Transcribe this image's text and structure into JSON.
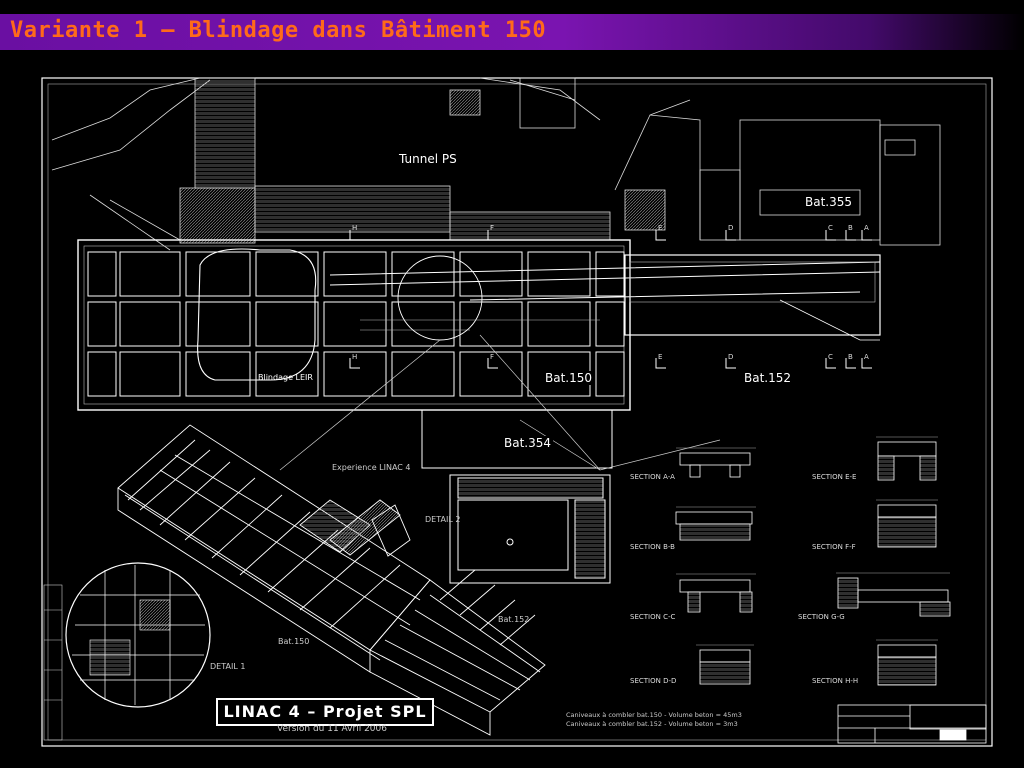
{
  "slide": {
    "title": "Variante 1 – Blindage dans Bâtiment 150"
  },
  "drawing": {
    "buildings": {
      "tunnel_ps": "Tunnel PS",
      "bat355": "Bat.355",
      "bat150": "Bat.150",
      "bat152": "Bat.152",
      "bat354": "Bat.354",
      "blindage_leir": "Blindage LEIR"
    },
    "iso": {
      "experience": "Experience LINAC 4",
      "detail1": "DETAIL 1",
      "detail2": "DETAIL 2",
      "bat150": "Bat.150",
      "bat152": "Bat.152"
    },
    "sections": {
      "aa": "SECTION A-A",
      "bb": "SECTION B-B",
      "cc": "SECTION C-C",
      "dd": "SECTION D-D",
      "ee": "SECTION E-E",
      "ff": "SECTION F-F",
      "gg": "SECTION G-G",
      "hh": "SECTION H-H"
    },
    "cut_markers": [
      "H",
      "F",
      "E",
      "D",
      "C",
      "B",
      "A"
    ],
    "notes": {
      "line1": "Caniveaux à combler bat.150 - Volume beton = 45m3",
      "line2": "Caniveaux à combler bat.152 - Volume beton = 3m3"
    },
    "project": {
      "title": "LINAC 4 – Projet SPL",
      "version": "Version du 11 Avril 2006"
    }
  }
}
